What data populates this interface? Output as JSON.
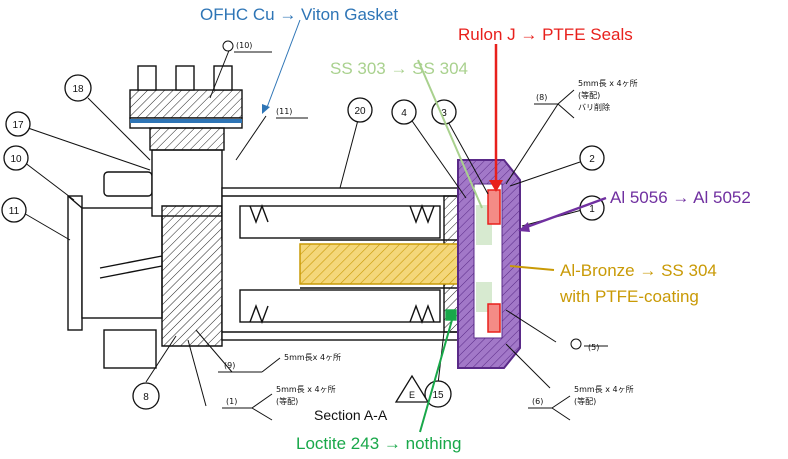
{
  "annotations": {
    "cu_viton": "OFHC Cu → Viton Gasket",
    "rulon_ptfe": "Rulon J → PTFE Seals",
    "ss303_ss304": "SS 303 → SS 304",
    "al5056_al5052": "Al 5056 → Al 5052",
    "albronze_line1": "Al-Bronze → SS 304",
    "albronze_line2": "with PTFE-coating",
    "loctite": "Loctite 243 → nothing",
    "section": "Section A-A"
  },
  "callouts": {
    "b18": "18",
    "b17": "17",
    "b10": "10",
    "b11": "11",
    "b20": "20",
    "b4": "4",
    "b3": "3",
    "b2": "2",
    "b1": "1",
    "b8": "8",
    "b15": "15",
    "triangle": "E"
  },
  "notes": {
    "n10": "(10)",
    "n11": "(11)",
    "n8": "(8)",
    "n8_l1": "5mm長 x 4ヶ所",
    "n8_l2": "(等配)",
    "n8_l3": "バリ削除",
    "n9": "(9)",
    "n9_l1": "5mm長x 4ヶ所",
    "n1": "(1)",
    "n1_l1": "5mm長 x 4ヶ所",
    "n1_l2": "(等配)",
    "n5": "(5)",
    "n6": "(6)",
    "n6_l1": "5mm長 x 4ヶ所",
    "n6_l2": "(等配)"
  },
  "colors": {
    "blue": "#2e75b6",
    "red": "#e8201c",
    "green_light": "#a9d18e",
    "purple": "#7030a0",
    "gold": "#c99a06",
    "green": "#19a84a"
  }
}
